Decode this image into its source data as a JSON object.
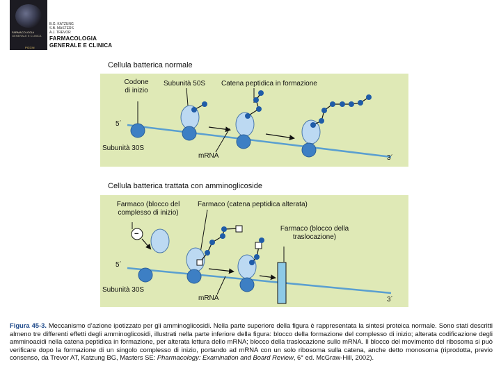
{
  "book": {
    "cover_title_line1": "FARMACOLOGIA",
    "cover_title_line2": "GENERALE E CLINICA",
    "cover_publisher": "PICCIN",
    "authors": [
      "B.G. KATZUNG",
      "S.B. MASTERS",
      "A.J. TREVOR"
    ],
    "title": [
      "FARMACOLOGIA",
      "GENERALE E CLINICA"
    ]
  },
  "top_panel": {
    "title": "Cellula batterica normale",
    "labels": {
      "start_codon_line1": "Codone",
      "start_codon_line2": "di inizio",
      "subunit_50s": "Subunità 50S",
      "growing_chain": "Catena peptidica in formazione",
      "five_prime": "5´",
      "subunit_30s": "Subunità 30S",
      "mrna": "mRNA",
      "three_prime": "3´"
    }
  },
  "bottom_panel": {
    "title": "Cellula batterica trattata con amminoglicoside",
    "labels": {
      "drug_initiation_line1": "Farmaco (blocco del",
      "drug_initiation_line2": "complesso di inizio)",
      "drug_altered_chain": "Farmaco (catena peptidica alterata)",
      "drug_translocation_line1": "Farmaco (blocco della",
      "drug_translocation_line2": "traslocazione)",
      "five_prime": "5´",
      "subunit_30s": "Subunità 30S",
      "mrna": "mRNA",
      "three_prime": "3´",
      "drug_symbol": "−"
    }
  },
  "caption": {
    "label": "Figura 45-3.",
    "text_main": " Meccanismo d’azione ipotizzato per gli amminoglicosidi. Nella parte superiore della figura è rappresentata la sintesi proteica normale. Sono stati descritti almeno tre differenti effetti degli amminoglicosidi, illustrati nella parte inferiore della figura: blocco della formazione del complesso di inizio; alterata codificazione degli amminoacidi nella catena peptidica in formazione, per alterata lettura dello mRNA; blocco della traslocazione sullo mRNA. Il blocco del movimento del ribosoma si può verificare dopo la formazione di un singolo complesso di inizio, portando ad mRNA con un solo ribosoma sulla catena, anche detto monosoma (riprodotta, previo consenso, da Trevor AT, Katzung BG, Masters SE: ",
    "text_italic": "Pharmacology: Examination and Board Review",
    "text_end": ", 6° ed. McGraw-Hill, 2002)."
  },
  "colors": {
    "panel_bg": "#dfe9b6",
    "mrna_line": "#5a9fd0",
    "subunit_50s_fill": "#bcd9f2",
    "subunit_30s_fill": "#3d7fc4",
    "amino_acid": "#1f5ca8",
    "altered_amino_acid": "#ffffff",
    "drug_bar": "#8ecae6",
    "caption_label": "#1f4a8a"
  }
}
